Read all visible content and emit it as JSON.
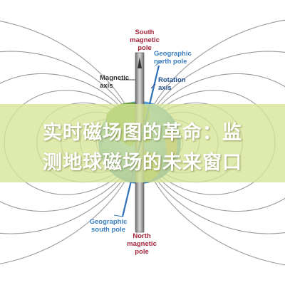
{
  "labels": {
    "south_magnetic_pole": "South\nmagnetic\npole",
    "geographic_north_pole": "Geographic\nnorth pole",
    "magnetic_axis": "Magnetic\naxis",
    "rotation_axis": "Rotation\naxis",
    "geographic_south_pole": "Geographic\nsouth pole",
    "north_magnetic_pole": "North\nmagnetic\npole"
  },
  "overlay": {
    "title_line_1": "实时磁场图的革命：监",
    "title_line_2": "测地球磁场的未来窗口"
  },
  "colors": {
    "magnetic_label": "#a3253a",
    "geographic_label": "#3a7fbf",
    "rotation_label": "#1f4f8f",
    "neutral_label": "#333333",
    "field_lines": "#9a9a9a",
    "banner": "#d6e596"
  }
}
